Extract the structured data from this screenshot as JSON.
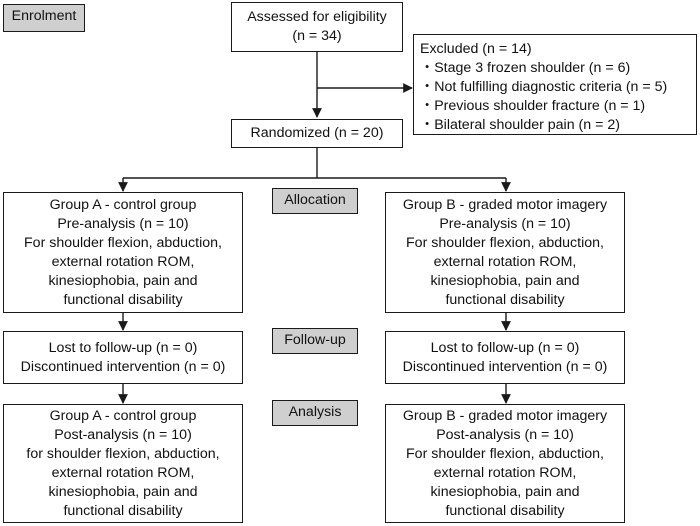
{
  "stages": {
    "enrolment": "Enrolment",
    "allocation": "Allocation",
    "follow_up": "Follow-up",
    "analysis": "Analysis"
  },
  "eligibility": {
    "lines": [
      "Assessed for eligibility",
      "(n = 34)"
    ]
  },
  "excluded": {
    "title": "Excluded (n = 14)",
    "items": [
      "Stage 3 frozen shoulder (n = 6)",
      "Not fulfilling diagnostic criteria (n = 5)",
      "Previous shoulder fracture (n = 1)",
      "Bilateral shoulder pain (n = 2)"
    ]
  },
  "randomized": "Randomized (n = 20)",
  "group_a": {
    "allocation": [
      "Group A - control group",
      "Pre-analysis (n = 10)",
      "For shoulder flexion, abduction,",
      "external rotation ROM,",
      "kinesiophobia, pain and",
      "functional disability"
    ],
    "follow_up": [
      "Lost to follow-up (n = 0)",
      "Discontinued intervention (n = 0)"
    ],
    "analysis": [
      "Group A - control group",
      "Post-analysis (n = 10)",
      "for shoulder flexion, abduction,",
      "external rotation ROM,",
      "kinesiophobia, pain and",
      "functional disability"
    ]
  },
  "group_b": {
    "allocation": [
      "Group B - graded motor imagery",
      "Pre-analysis (n = 10)",
      "For shoulder flexion, abduction,",
      "external rotation ROM,",
      "kinesiophobia, pain and",
      "functional disability"
    ],
    "follow_up": [
      "Lost to follow-up (n = 0)",
      "Discontinued intervention (n = 0)"
    ],
    "analysis": [
      "Group B - graded motor imagery",
      "Post-analysis (n = 10)",
      "For shoulder flexion, abduction,",
      "external rotation ROM,",
      "kinesiophobia, pain and",
      "functional disability"
    ]
  }
}
